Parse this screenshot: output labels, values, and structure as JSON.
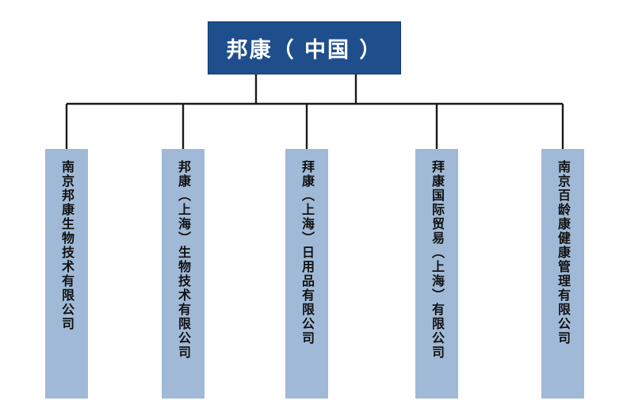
{
  "org_chart": {
    "root": {
      "label": "邦康（ 中国 ）"
    },
    "children": [
      {
        "label": "南京邦康生物技术有限公司"
      },
      {
        "label": "邦康（上海）生物技术有限公司"
      },
      {
        "label": "拜康（上海）日用品有限公司"
      },
      {
        "label": "拜康国际贸易（上海）有限公司"
      },
      {
        "label": "南京百龄康健康管理有限公司"
      }
    ]
  },
  "colors": {
    "root_fill": "#1f4e8c",
    "child_fill": "#a0b9d6",
    "connector": "#1a1a1a"
  }
}
